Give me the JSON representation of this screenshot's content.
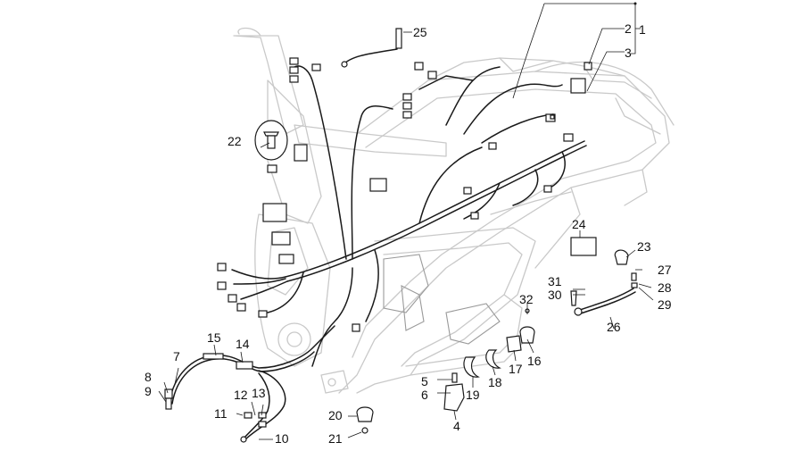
{
  "diagram": {
    "callouts": [
      {
        "id": "c1",
        "text": "1"
      },
      {
        "id": "c2",
        "text": "2"
      },
      {
        "id": "c3",
        "text": "3"
      },
      {
        "id": "c4",
        "text": "4"
      },
      {
        "id": "c5",
        "text": "5"
      },
      {
        "id": "c6",
        "text": "6"
      },
      {
        "id": "c7",
        "text": "7"
      },
      {
        "id": "c8",
        "text": "8"
      },
      {
        "id": "c9",
        "text": "9"
      },
      {
        "id": "c10",
        "text": "10"
      },
      {
        "id": "c11",
        "text": "11"
      },
      {
        "id": "c12",
        "text": "12"
      },
      {
        "id": "c13",
        "text": "13"
      },
      {
        "id": "c14",
        "text": "14"
      },
      {
        "id": "c15",
        "text": "15"
      },
      {
        "id": "c16",
        "text": "16"
      },
      {
        "id": "c17",
        "text": "17"
      },
      {
        "id": "c18",
        "text": "18"
      },
      {
        "id": "c19",
        "text": "19"
      },
      {
        "id": "c20",
        "text": "20"
      },
      {
        "id": "c21",
        "text": "21"
      },
      {
        "id": "c22",
        "text": "22"
      },
      {
        "id": "c23",
        "text": "23"
      },
      {
        "id": "c24",
        "text": "24"
      },
      {
        "id": "c25",
        "text": "25"
      },
      {
        "id": "c26",
        "text": "26"
      },
      {
        "id": "c27",
        "text": "27"
      },
      {
        "id": "c28",
        "text": "28"
      },
      {
        "id": "c29",
        "text": "29"
      },
      {
        "id": "c30",
        "text": "30"
      },
      {
        "id": "c31",
        "text": "31"
      },
      {
        "id": "c32",
        "text": "32"
      }
    ],
    "colors": {
      "line": "#1a1a1a",
      "frame": "#c9c9c9",
      "background": "#ffffff"
    }
  }
}
